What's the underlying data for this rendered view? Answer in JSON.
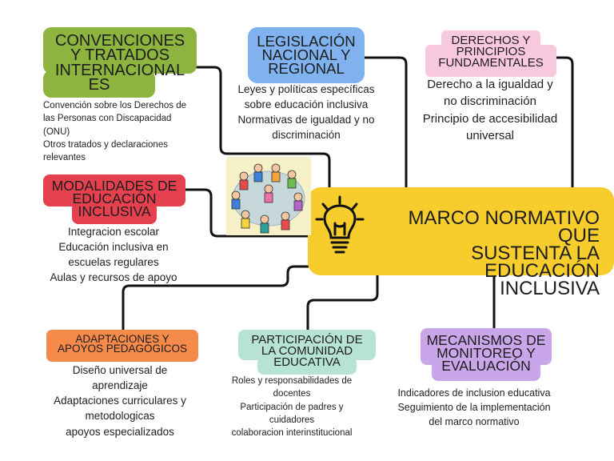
{
  "central": {
    "title_lines": [
      "MARCO NORMATIVO QUE",
      "SUSTENTA LA EDUCACIÓN",
      "INCLUSIVA"
    ],
    "icon": "lightbulb-icon",
    "color": "#f7cd2e"
  },
  "illustration": {
    "icon": "children-circle-illustration"
  },
  "branches": {
    "convenciones": {
      "title_lines": [
        "CONVENCIONES",
        "Y TRATADOS",
        "INTERNACIONAL",
        "ES"
      ],
      "color": "#8cb43f",
      "items": [
        "Convención sobre los Derechos de",
        "las Personas con Discapacidad",
        "(ONU)",
        "Otros tratados y declaraciones",
        "relevantes"
      ]
    },
    "legislacion": {
      "title_lines": [
        "LEGISLACIÓN",
        "NACIONAL Y",
        "REGIONAL"
      ],
      "color": "#7fb2ee",
      "items": [
        "Leyes y políticas específicas",
        "sobre educación inclusiva",
        "Normativas de igualdad y no",
        "discriminación"
      ]
    },
    "derechos": {
      "title_lines": [
        "DERECHOS Y",
        "PRINCIPIOS",
        "FUNDAMENTALES"
      ],
      "color": "#f8c8df",
      "items": [
        "Derecho a la igualdad y",
        "no discriminación",
        "Principio de accesibilidad",
        "universal"
      ]
    },
    "modalidades": {
      "title_lines": [
        "MODALIDADES DE",
        "EDUCACIÓN",
        "INCLUSIVA"
      ],
      "color": "#e5404e",
      "items": [
        "Integracion escolar",
        "Educación inclusiva en",
        "escuelas regulares",
        "Aulas y recursos de apoyo"
      ]
    },
    "adaptaciones": {
      "title_lines": [
        "ADAPTACIONES Y",
        "APOYOS PEDAGÓGICOS"
      ],
      "color": "#f68a4b",
      "items": [
        "Diseño universal de",
        "aprendizaje",
        "Adaptaciones curriculares y",
        "metodologicas",
        "apoyos especializados"
      ]
    },
    "participacion": {
      "title_lines": [
        "PARTICIPACIÓN DE",
        "LA COMUNIDAD",
        "EDUCATIVA"
      ],
      "color": "#b6e3d2",
      "items": [
        "Roles y responsabilidades de",
        "docentes",
        "Participación de padres y",
        "cuidadores",
        "colaboracion interinstitucional"
      ]
    },
    "mecanismos": {
      "title_lines": [
        "MECANISMOS DE",
        "MONITOREO Y",
        "EVALUACIÓN"
      ],
      "color": "#c9a6ea",
      "items": [
        "Indicadores de inclusion educativa",
        "Seguimiento de la implementación",
        "del marco normativo"
      ]
    }
  }
}
